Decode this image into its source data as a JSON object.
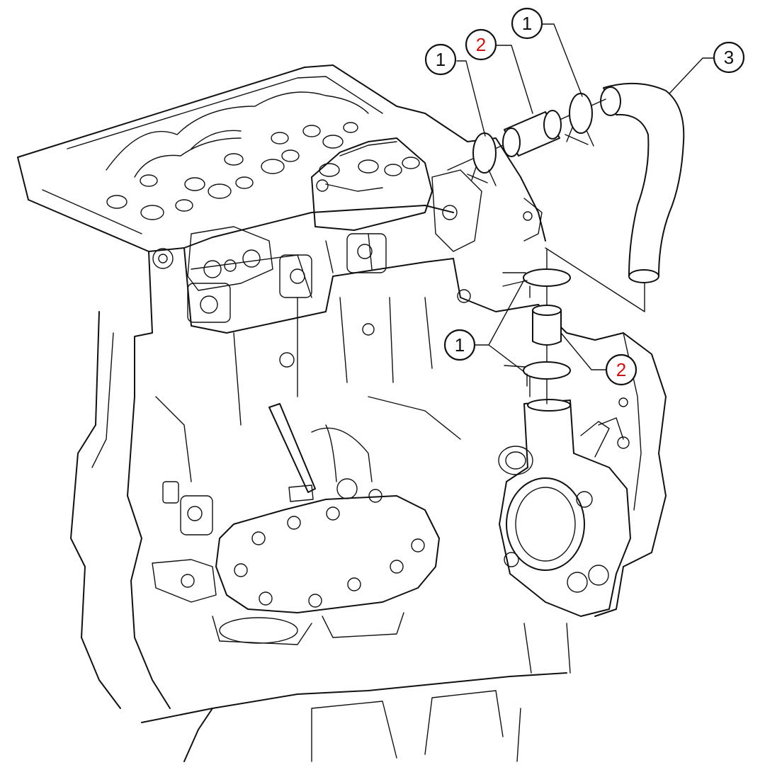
{
  "colors": {
    "line": "#111111",
    "background": "#ffffff",
    "highlight": "#cc1111"
  },
  "callouts": [
    {
      "label": "1",
      "highlight": false
    },
    {
      "label": "2",
      "highlight": true
    },
    {
      "label": "1",
      "highlight": false
    },
    {
      "label": "3",
      "highlight": false
    },
    {
      "label": "1",
      "highlight": false
    },
    {
      "label": "2",
      "highlight": true
    }
  ]
}
